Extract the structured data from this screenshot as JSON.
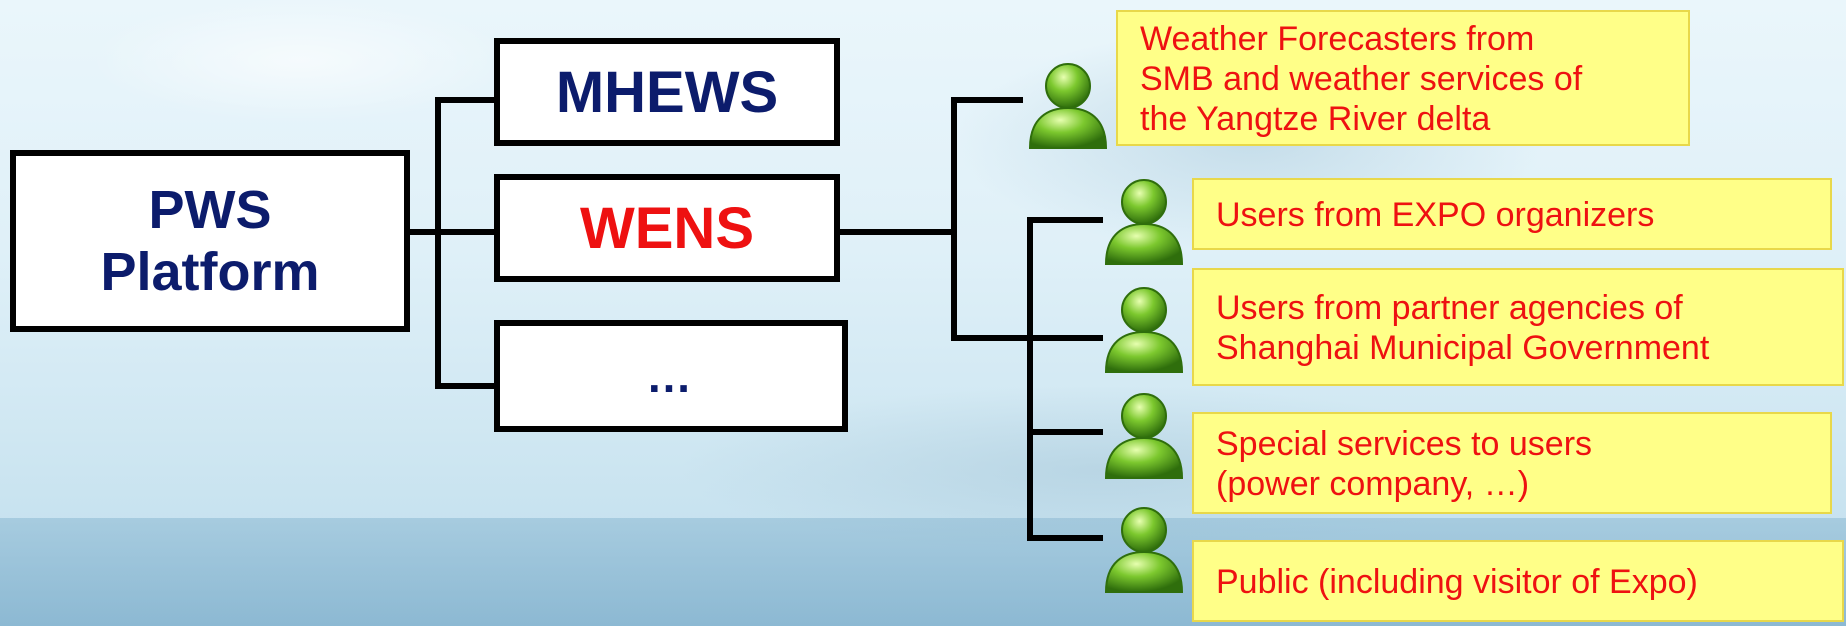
{
  "platform": {
    "title_line1": "PWS",
    "title_line2": "Platform"
  },
  "branches": {
    "mhews": "MHEWS",
    "wens": "WENS",
    "more": "…"
  },
  "user_groups": {
    "forecasters": {
      "line1": "Weather Forecasters from",
      "line2": "SMB and weather services of",
      "line3": "the Yangtze River delta"
    },
    "expo": {
      "line1": "Users from EXPO organizers"
    },
    "partner": {
      "line1": "Users from partner agencies of",
      "line2": "Shanghai Municipal Government"
    },
    "special": {
      "line1": "Special services to  users",
      "line2": "(power company, …)"
    },
    "public": {
      "line1": "Public (including visitor of Expo)"
    }
  },
  "colors": {
    "primary_text": "#0c1c6c",
    "highlight_text": "#ee1111",
    "note_fill": "#ffff88",
    "user_icon": "#5fae1e"
  },
  "icons": {
    "user": "user-icon"
  }
}
